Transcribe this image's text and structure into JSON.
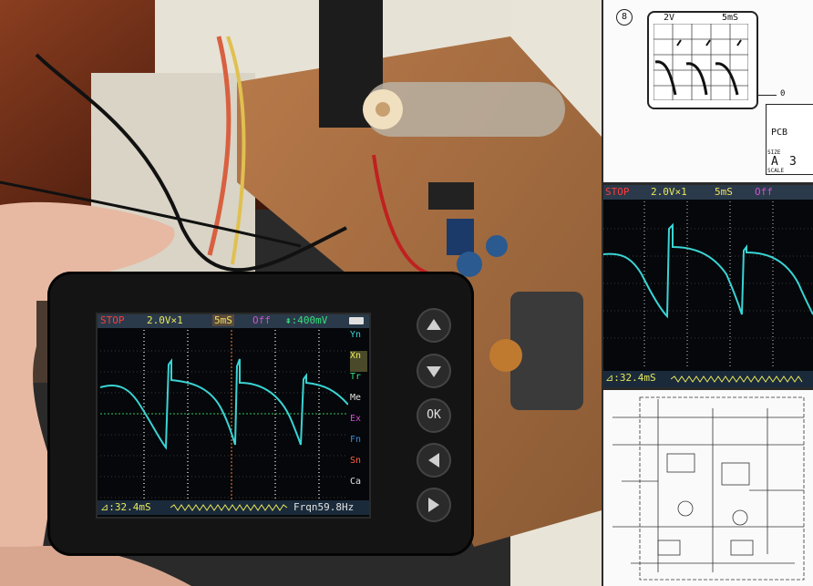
{
  "device_screen": {
    "status": "STOP",
    "volts": "2.0V×1",
    "timebase": "5mS",
    "mode": "Off",
    "trigger": "⇞:400mV",
    "cursor": "⊿:32.4mS",
    "frequency": "Frqn59.8Hz",
    "side_menu": [
      "Yn",
      "Xn",
      "Tr",
      "Me",
      "Ex",
      "Fn",
      "Sn",
      "Ca"
    ]
  },
  "device_buttons": [
    "up",
    "down",
    "OK",
    "left",
    "right"
  ],
  "ok_label": "OK",
  "manual_diagram": {
    "index": "8",
    "volts": "2V",
    "timebase": "5mS",
    "table_row": "PCB",
    "table_cell": "A",
    "table_num": "3",
    "side_label": "SIZE",
    "scale_label": "SCALE",
    "zero_label": "0"
  },
  "screenshot_inset": {
    "status": "STOP",
    "volts": "2.0V×1",
    "timebase": "5mS",
    "mode": "Off",
    "cursor": "⊿:32.4mS"
  },
  "colors": {
    "trace": "#3ad4d4",
    "status_red": "#ff3b3b",
    "volts_yellow": "#e8e85a",
    "time_yellow": "#f0e060",
    "mode_magenta": "#d050d0",
    "trigger_green": "#36e07a",
    "screen_bg": "#05070a"
  }
}
